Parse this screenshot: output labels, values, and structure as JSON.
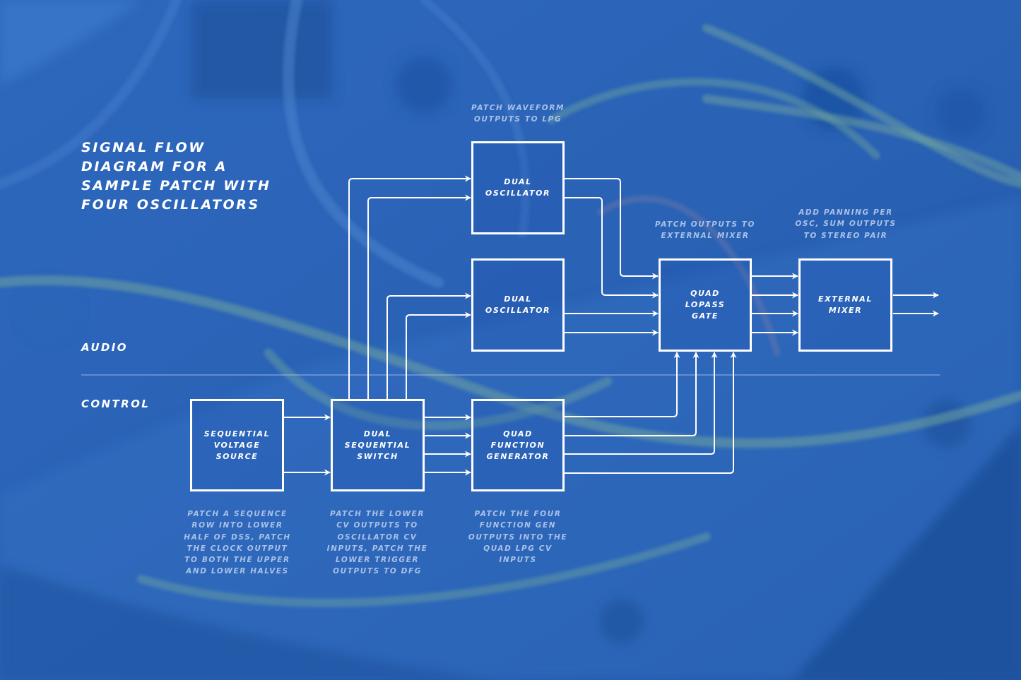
{
  "colors": {
    "background": "#2a62b5",
    "line": "#ffffff",
    "note_text": "#a9c1e8",
    "cable_green": "#6fa3a0",
    "cable_light": "#4f86d0"
  },
  "title": {
    "lines": [
      "SIGNAL FLOW",
      "DIAGRAM FOR A",
      "SAMPLE PATCH WITH",
      "FOUR OSCILLATORS"
    ]
  },
  "sections": {
    "audio": "AUDIO",
    "control": "CONTROL"
  },
  "modules": {
    "dual_oscillator_1": {
      "lines": [
        "DUAL",
        "OSCILLATOR"
      ]
    },
    "dual_oscillator_2": {
      "lines": [
        "DUAL",
        "OSCILLATOR"
      ]
    },
    "quad_lopass_gate": {
      "lines": [
        "QUAD",
        "LOPASS",
        "GATE"
      ]
    },
    "external_mixer": {
      "lines": [
        "EXTERNAL",
        "MIXER"
      ]
    },
    "sequential_voltage_source": {
      "lines": [
        "SEQUENTIAL",
        "VOLTAGE",
        "SOURCE"
      ]
    },
    "dual_sequential_switch": {
      "lines": [
        "DUAL",
        "SEQUENTIAL",
        "SWITCH"
      ]
    },
    "quad_function_generator": {
      "lines": [
        "QUAD",
        "FUNCTION",
        "GENERATOR"
      ]
    }
  },
  "notes": {
    "oscillators": [
      "PATCH WAVEFORM",
      "OUTPUTS TO LPG"
    ],
    "lpg": [
      "PATCH OUTPUTS TO",
      "EXTERNAL MIXER"
    ],
    "mixer": [
      "ADD PANNING PER",
      "OSC, SUM OUTPUTS",
      "TO STEREO PAIR"
    ],
    "sequencer": [
      "PATCH A SEQUENCE",
      "ROW INTO LOWER",
      "HALF OF DSS, PATCH",
      "THE CLOCK OUTPUT",
      "TO BOTH THE UPPER",
      "AND LOWER HALVES"
    ],
    "switch": [
      "PATCH THE LOWER",
      "CV OUTPUTS TO",
      "OSCILLATOR CV",
      "INPUTS, PATCH THE",
      "LOWER TRIGGER",
      "OUTPUTS TO DFG"
    ],
    "function_gen": [
      "PATCH THE FOUR",
      "FUNCTION GEN",
      "OUTPUTS INTO THE",
      "QUAD LPG CV",
      "INPUTS"
    ]
  },
  "connections": [
    {
      "from": "sequential_voltage_source",
      "to": "dual_sequential_switch",
      "count": 2,
      "type": "control"
    },
    {
      "from": "dual_sequential_switch",
      "to": "dual_oscillator_1",
      "count": 2,
      "type": "control"
    },
    {
      "from": "dual_sequential_switch",
      "to": "dual_oscillator_2",
      "count": 2,
      "type": "control"
    },
    {
      "from": "dual_sequential_switch",
      "to": "quad_function_generator",
      "count": 4,
      "type": "control"
    },
    {
      "from": "dual_oscillator_1",
      "to": "quad_lopass_gate",
      "count": 2,
      "type": "audio"
    },
    {
      "from": "dual_oscillator_2",
      "to": "quad_lopass_gate",
      "count": 2,
      "type": "audio"
    },
    {
      "from": "quad_function_generator",
      "to": "quad_lopass_gate",
      "count": 4,
      "type": "control"
    },
    {
      "from": "quad_lopass_gate",
      "to": "external_mixer",
      "count": 4,
      "type": "audio"
    },
    {
      "from": "external_mixer",
      "to": "stereo_out",
      "count": 2,
      "type": "audio"
    }
  ]
}
